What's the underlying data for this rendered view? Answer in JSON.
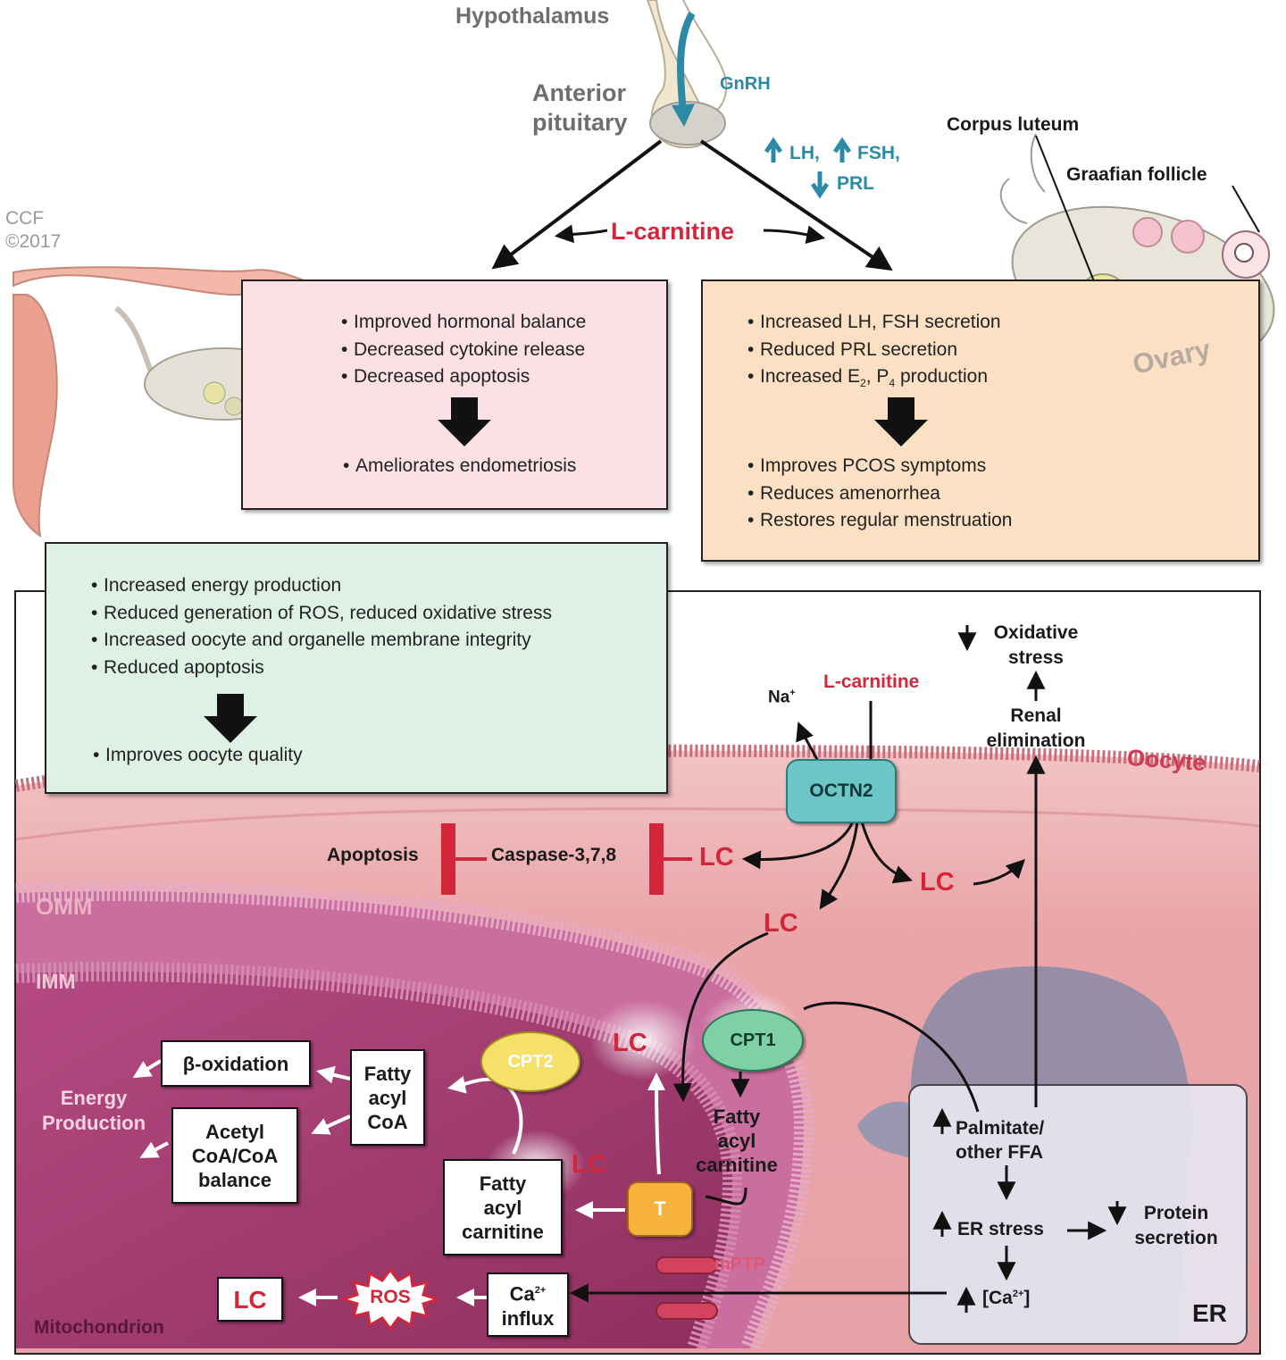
{
  "top": {
    "hypothalamus": "Hypothalamus",
    "anterior_pituitary": [
      "Anterior",
      "pituitary"
    ],
    "gnrh": "GnRH",
    "hormones_line1": "LH,",
    "hormones_line1b": "FSH,",
    "hormones_line2": "PRL",
    "lcarnitine": "L-carnitine",
    "copyright": [
      "CCF",
      "©2017"
    ]
  },
  "ovary_labels": {
    "corpus_luteum": "Corpus luteum",
    "graafian_follicle": "Graafian follicle",
    "ovary": "Ovary"
  },
  "left_box": {
    "items": [
      "Improved hormonal balance",
      "Decreased cytokine release",
      "Decreased apoptosis"
    ],
    "result": "Ameliorates endometriosis"
  },
  "right_box": {
    "items": [
      "Increased LH, FSH secretion",
      "Reduced PRL secretion"
    ],
    "item3_prefix": "Increased E",
    "item3_sub1": "2",
    "item3_mid": ", P",
    "item3_sub2": "4",
    "item3_suffix": " production",
    "results": [
      "Improves PCOS symptoms",
      "Reduces amenorrhea",
      "Restores regular menstruation"
    ]
  },
  "green_box": {
    "items": [
      "Increased energy production",
      "Reduced generation of ROS, reduced oxidative stress",
      "Increased oocyte and organelle membrane integrity",
      "Reduced apoptosis"
    ],
    "result": "Improves oocyte quality"
  },
  "cell": {
    "oocyte": "Oocyte",
    "omm": "OMM",
    "imm": "IMM",
    "mitochondrion": "Mitochondrion",
    "er": "ER",
    "octn2": "OCTN2",
    "na": "Na",
    "na_sup": "+",
    "l_carnitine": "L-carnitine",
    "oxidative": "Oxidative",
    "stress": "stress",
    "renal": "Renal",
    "elimination": "elimination",
    "apoptosis": "Apoptosis",
    "caspase": "Caspase-3,7,8",
    "lc": "LC",
    "cpt1": "CPT1",
    "cpt2": "CPT2",
    "t": "T",
    "mptp": "mPTP",
    "ros": "ROS",
    "fatty_acyl_carnitine_free": [
      "Fatty",
      "acyl",
      "carnitine"
    ],
    "beta_oxidation": "β-oxidation",
    "fatty_acyl_coa": [
      "Fatty",
      "acyl",
      "CoA"
    ],
    "acetyl_coa": [
      "Acetyl",
      "CoA/CoA",
      "balance"
    ],
    "fatty_acyl_carnitine_box": [
      "Fatty",
      "acyl",
      "carnitine"
    ],
    "energy_production": [
      "Energy",
      "Production"
    ],
    "ca_influx_1": "Ca",
    "ca_sup": "2+",
    "ca_influx_2": "influx",
    "palmitate": [
      "Palmitate/",
      "other FFA"
    ],
    "er_stress": "ER stress",
    "protein_secretion": [
      "Protein",
      "secretion"
    ],
    "ca_conc": "[Ca",
    "ca_conc_end": "]"
  },
  "colors": {
    "arrow_teal": "#2b8aa6",
    "lc_red": "#d3263a",
    "pink_box": "#fbe1e6",
    "orange_box": "#fbe0c4",
    "green_box": "#dff0e6"
  }
}
